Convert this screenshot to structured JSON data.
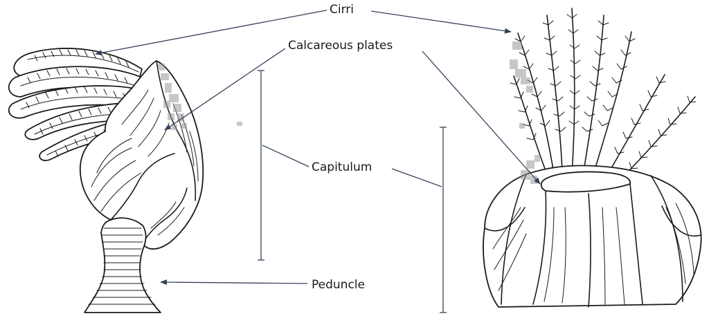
{
  "colors": {
    "leader": "#34415a",
    "ink": "#1a1a1a",
    "background": "#ffffff"
  },
  "labels": {
    "cirri": "Cirri",
    "calcareous_plates": "Calcareous plates",
    "capitulum": "Capitulum",
    "peduncle": "Peduncle"
  }
}
